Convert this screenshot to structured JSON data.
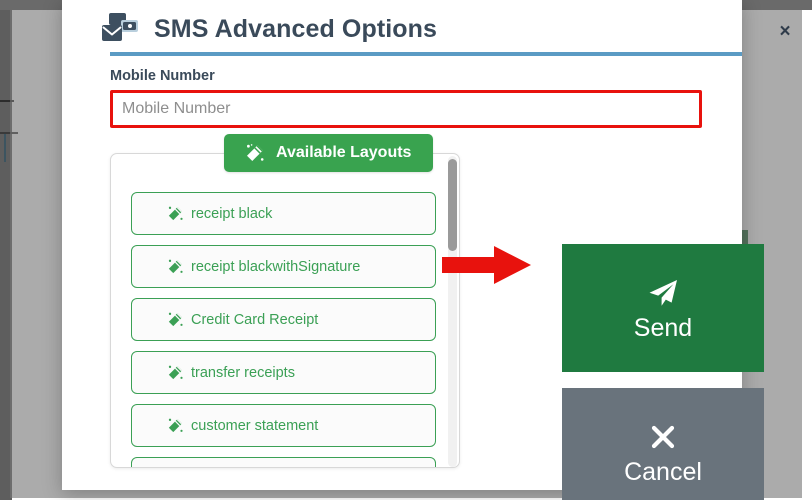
{
  "modal": {
    "title": "SMS Advanced Options",
    "title_icon": "sms-messages-icon",
    "close_label": "×",
    "accent_color": "#5b9bc4"
  },
  "form": {
    "mobile_label": "Mobile Number",
    "mobile_value": "",
    "mobile_placeholder": "Mobile Number",
    "mobile_border_color": "#e8120d"
  },
  "layouts": {
    "chip_label": "Available Layouts",
    "chip_icon": "magic-wand-icon",
    "chip_color": "#39a34f",
    "item_icon": "magic-wand-icon",
    "item_color": "#3ba055",
    "items": [
      {
        "label": "receipt black"
      },
      {
        "label": "receipt blackwithSignature"
      },
      {
        "label": "Credit Card Receipt"
      },
      {
        "label": "transfer receipts"
      },
      {
        "label": "customer statement"
      },
      {
        "label": ""
      }
    ]
  },
  "actions": {
    "send": {
      "label": "Send",
      "icon": "paper-plane-icon",
      "color": "#1f7a40"
    },
    "cancel": {
      "label": "Cancel",
      "icon": "close-x-icon",
      "color": "#69737c"
    }
  },
  "annotation": {
    "arrow_name": "red-arrow-pointing-to-send",
    "arrow_color": "#e8120d"
  }
}
